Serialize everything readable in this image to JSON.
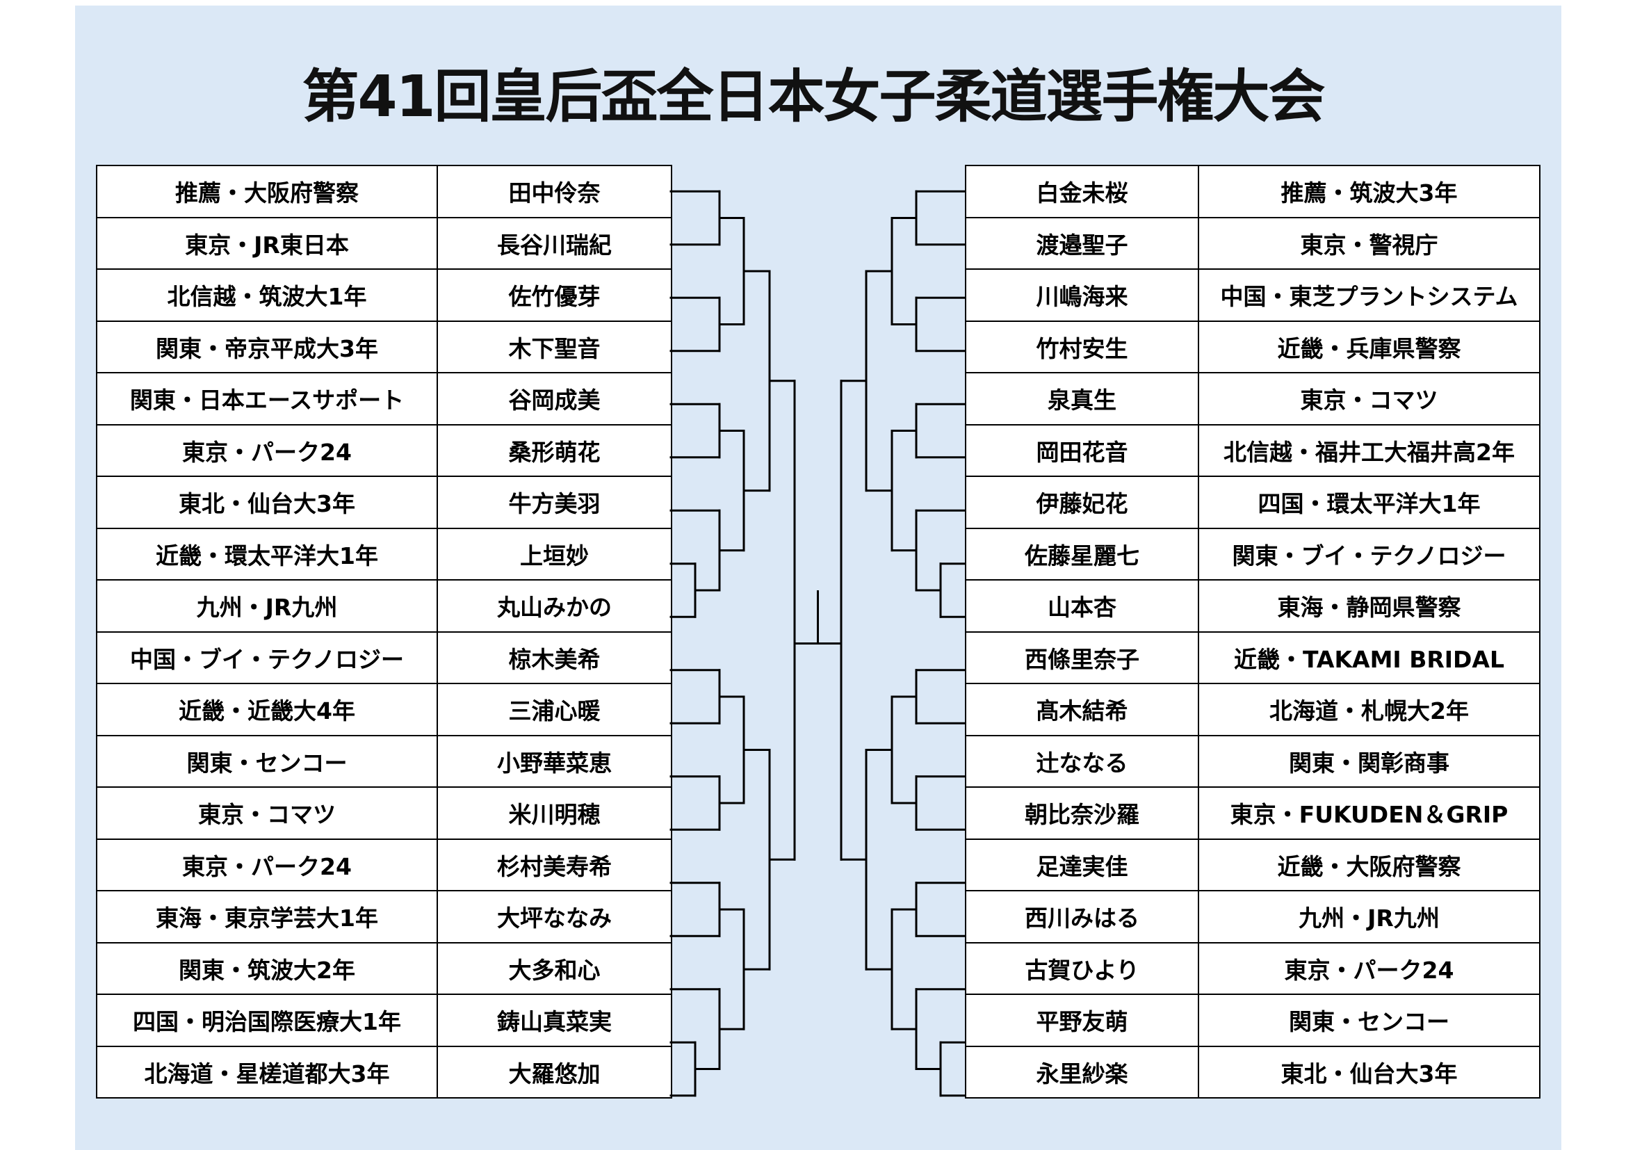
{
  "title": "第41回皇后盃全日本女子柔道選手権大会",
  "left": [
    {
      "affiliation": "推薦・大阪府警察",
      "name": "田中伶奈"
    },
    {
      "affiliation": "東京・JR東日本",
      "name": "長谷川瑞紀"
    },
    {
      "affiliation": "北信越・筑波大1年",
      "name": "佐竹優芽"
    },
    {
      "affiliation": "関東・帝京平成大3年",
      "name": "木下聖音"
    },
    {
      "affiliation": "関東・日本エースサポート",
      "name": "谷岡成美"
    },
    {
      "affiliation": "東京・パーク24",
      "name": "桑形萌花"
    },
    {
      "affiliation": "東北・仙台大3年",
      "name": "牛方美羽"
    },
    {
      "affiliation": "近畿・環太平洋大1年",
      "name": "上垣妙"
    },
    {
      "affiliation": "九州・JR九州",
      "name": "丸山みかの"
    },
    {
      "affiliation": "中国・ブイ・テクノロジー",
      "name": "椋木美希"
    },
    {
      "affiliation": "近畿・近畿大4年",
      "name": "三浦心暖"
    },
    {
      "affiliation": "関東・センコー",
      "name": "小野華菜恵"
    },
    {
      "affiliation": "東京・コマツ",
      "name": "米川明穂"
    },
    {
      "affiliation": "東京・パーク24",
      "name": "杉村美寿希"
    },
    {
      "affiliation": "東海・東京学芸大1年",
      "name": "大坪ななみ"
    },
    {
      "affiliation": "関東・筑波大2年",
      "name": "大多和心"
    },
    {
      "affiliation": "四国・明治国際医療大1年",
      "name": "鋳山真菜実"
    },
    {
      "affiliation": "北海道・星槎道都大3年",
      "name": "大羅悠加"
    }
  ],
  "right": [
    {
      "name": "白金未桜",
      "affiliation": "推薦・筑波大3年"
    },
    {
      "name": "渡邉聖子",
      "affiliation": "東京・警視庁"
    },
    {
      "name": "川嶋海来",
      "affiliation": "中国・東芝プラントシステム"
    },
    {
      "name": "竹村安生",
      "affiliation": "近畿・兵庫県警察"
    },
    {
      "name": "泉真生",
      "affiliation": "東京・コマツ"
    },
    {
      "name": "岡田花音",
      "affiliation": "北信越・福井工大福井高2年"
    },
    {
      "name": "伊藤妃花",
      "affiliation": "四国・環太平洋大1年"
    },
    {
      "name": "佐藤星麗七",
      "affiliation": "関東・ブイ・テクノロジー"
    },
    {
      "name": "山本杏",
      "affiliation": "東海・静岡県警察"
    },
    {
      "name": "西條里奈子",
      "affiliation": "近畿・TAKAMI BRIDAL"
    },
    {
      "name": "髙木結希",
      "affiliation": "北海道・札幌大2年"
    },
    {
      "name": "辻ななる",
      "affiliation": "関東・関彰商事"
    },
    {
      "name": "朝比奈沙羅",
      "affiliation": "東京・FUKUDEN＆GRIP"
    },
    {
      "name": "足達実佳",
      "affiliation": "近畿・大阪府警察"
    },
    {
      "name": "西川みはる",
      "affiliation": "九州・JR九州"
    },
    {
      "name": "古賀ひより",
      "affiliation": "東京・パーク24"
    },
    {
      "name": "平野友萌",
      "affiliation": "関東・センコー"
    },
    {
      "name": "永里紗楽",
      "affiliation": "東北・仙台大3年"
    }
  ],
  "colors": {
    "background_panel": "#dbe8f6",
    "lines": "#000000"
  }
}
